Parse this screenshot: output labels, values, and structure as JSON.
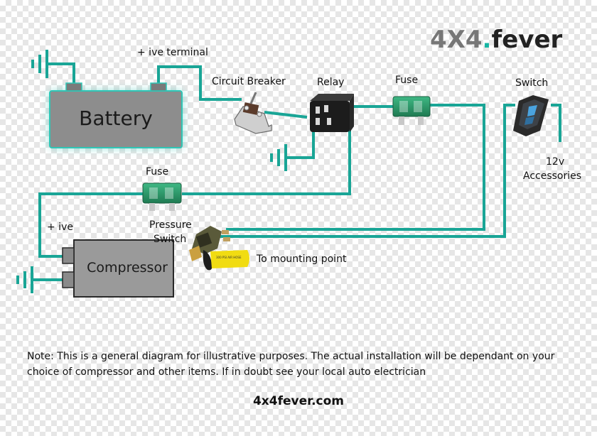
{
  "brand": {
    "logo_part1": "4X4",
    "logo_dot": ".",
    "logo_part2": "fever",
    "website": "4x4fever.com",
    "accent_color": "#16b5a3"
  },
  "components": {
    "battery": "Battery",
    "positive_terminal": "+ ive terminal",
    "circuit_breaker": "Circuit Breaker",
    "relay": "Relay",
    "fuse_top": "Fuse",
    "switch": "Switch",
    "accessories_line1": "12v",
    "accessories_line2": "Accessories",
    "fuse_bottom": "Fuse",
    "compressor_positive": "+ ive",
    "pressure_switch_line1": "Pressure",
    "pressure_switch_line2": "Switch",
    "compressor": "Compressor",
    "mounting": "To mounting point",
    "hose_tag": "300 PSI AIR HOSE"
  },
  "note": "Note: This is a general diagram for illustrative purposes. The actual installation will be dependant on your choice of compressor and other items. If in doubt see your local auto electrician",
  "colors": {
    "wire": "#19a596",
    "battery_fill": "#8b8b8b",
    "battery_glow": "#2fc6b6",
    "compressor_fill": "#999999",
    "fuse": "#2e9a6a",
    "hose_tag": "#f1dc12"
  }
}
